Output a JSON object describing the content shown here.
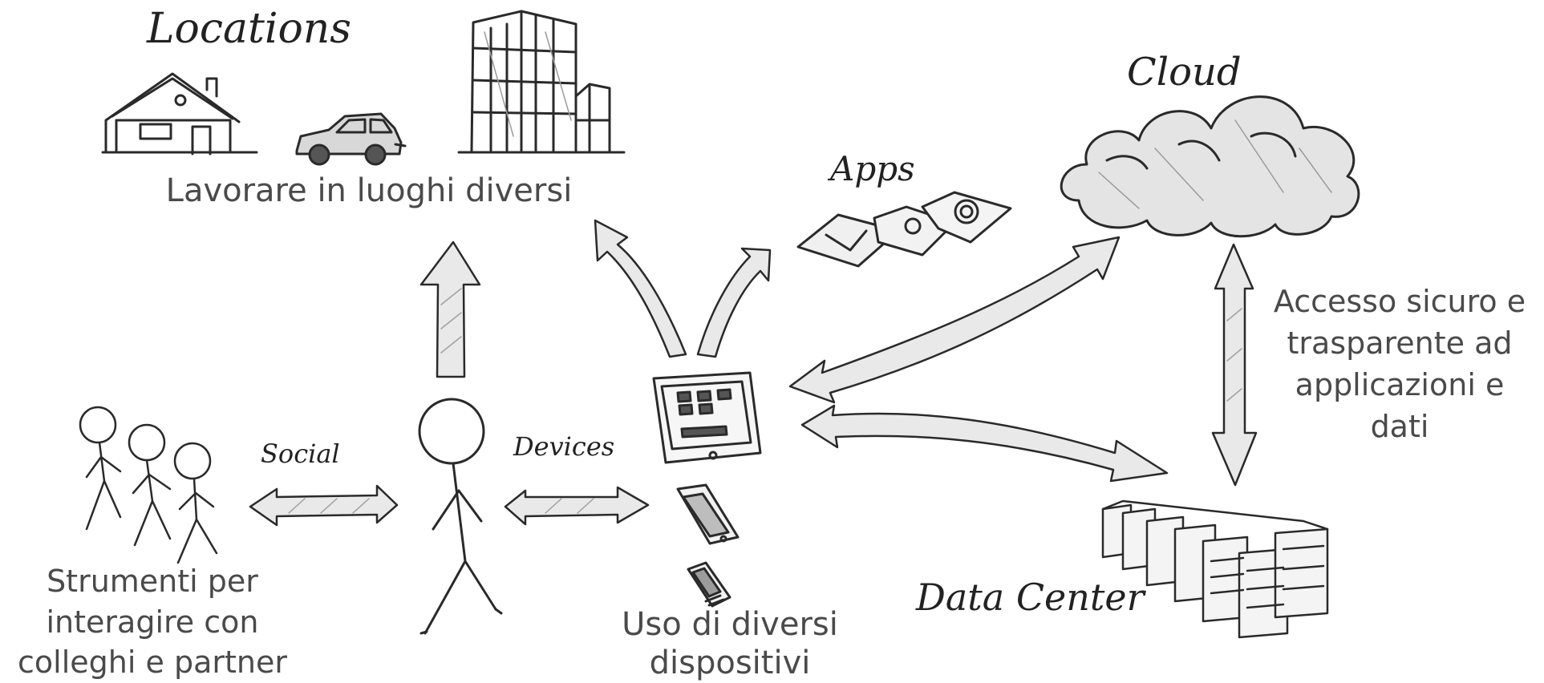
{
  "labels": {
    "locations": "Locations",
    "apps": "Apps",
    "cloud": "Cloud",
    "social": "Social",
    "devices": "Devices",
    "data_center": "Data Center"
  },
  "captions": {
    "locations": "Lavorare in luoghi diversi",
    "access": [
      "Accesso sicuro e",
      "trasparente ad",
      "applicazioni e",
      "dati"
    ],
    "social": [
      "Strumenti per",
      "interagire con",
      "colleghi e partner"
    ],
    "devices": [
      "Uso di diversi",
      "dispositivi"
    ]
  },
  "icons": [
    "house-icon",
    "car-icon",
    "office-building-icon",
    "apps-icon",
    "cloud-icon",
    "people-icon",
    "person-icon",
    "tablet-icon",
    "smartphone-icon",
    "pda-icon",
    "server-rack-icon"
  ],
  "colors": {
    "sketch_stroke": "#2a2a2a",
    "arrow_fill": "#e9e9e9",
    "caption_text": "#4a4a4a"
  }
}
